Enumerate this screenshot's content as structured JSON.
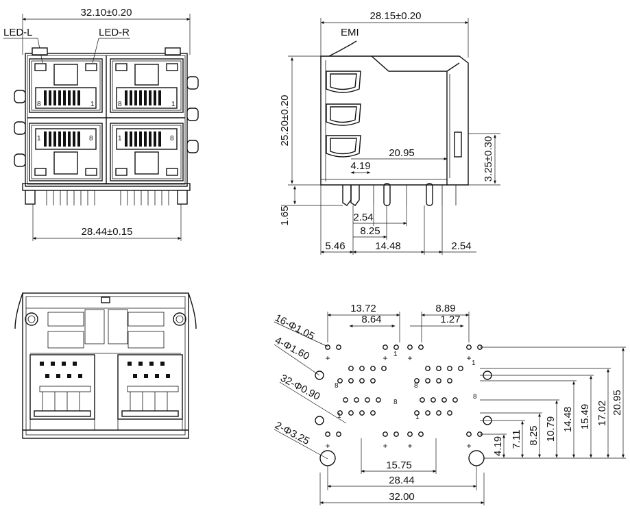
{
  "front_view": {
    "width_label": "32.10±0.20",
    "led_left_label": "LED-L",
    "led_right_label": "LED-R",
    "pin_span_label": "28.44±0.15",
    "pin_num_8": "8",
    "pin_num_1": "1"
  },
  "side_view": {
    "depth_label": "28.15±0.20",
    "emi_label": "EMI",
    "height_label": "25.20±0.20",
    "height_right_label": "3.25±0.30",
    "offset_2095_label": "20.95",
    "offset_419_label": "4.19",
    "standoff_label": "1.65",
    "pitch_254_label": "2.54",
    "span_825_label": "8.25",
    "edge_546_label": "5.46",
    "span_1448_label": "14.48",
    "end_254_label": "2.54"
  },
  "footprint": {
    "dim_1372": "13.72",
    "dim_864": "8.64",
    "dim_889": "8.89",
    "dim_127": "1.27",
    "hole_group_1": "16-Φ1.05",
    "hole_group_2": "4-Φ1.60",
    "hole_group_3": "32-Φ0.90",
    "hole_group_4": "2-Φ3.25",
    "dim_1575": "15.75",
    "dim_2844": "28.44",
    "dim_3200": "32.00",
    "right_dims": [
      "4.19",
      "7.11",
      "8.25",
      "10.79",
      "14.48",
      "15.49",
      "17.02",
      "20.95"
    ],
    "pin_mark_1": "1",
    "pin_mark_8": "8"
  }
}
